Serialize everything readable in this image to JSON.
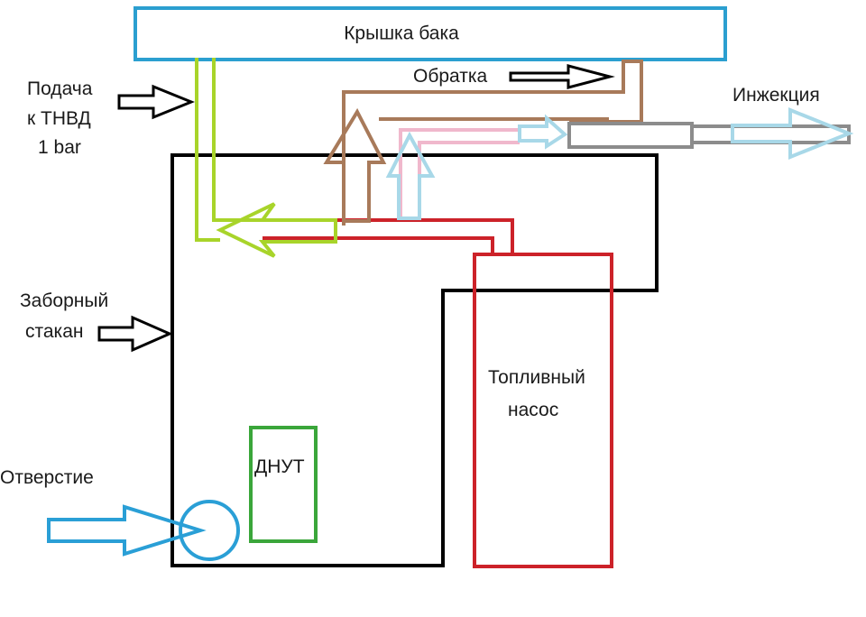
{
  "labels": {
    "tank_lid": "Крышка бака",
    "return_line": "Обратка",
    "injection": "Инжекция",
    "feed_line_1": "Подача",
    "feed_line_2": "к ТНВД",
    "feed_line_3": "1 bar",
    "intake_cup_1": "Заборный",
    "intake_cup_2": "стакан",
    "fuel_pump_1": "Топливный",
    "fuel_pump_2": "насос",
    "level_sensor": "ДНУТ",
    "opening": "Отверстие"
  },
  "colors": {
    "lid_border": "#2b9fd0",
    "outline": "#000000",
    "feed_green": "#a8d42a",
    "pump_red": "#cc2229",
    "return_brown": "#a87a5a",
    "injection_pink": "#f0b8cc",
    "injection_blue": "#a8d8e8",
    "injector_gray": "#8c8c8c",
    "sensor_green": "#3aa63a",
    "opening_blue": "#2a9fd6"
  }
}
